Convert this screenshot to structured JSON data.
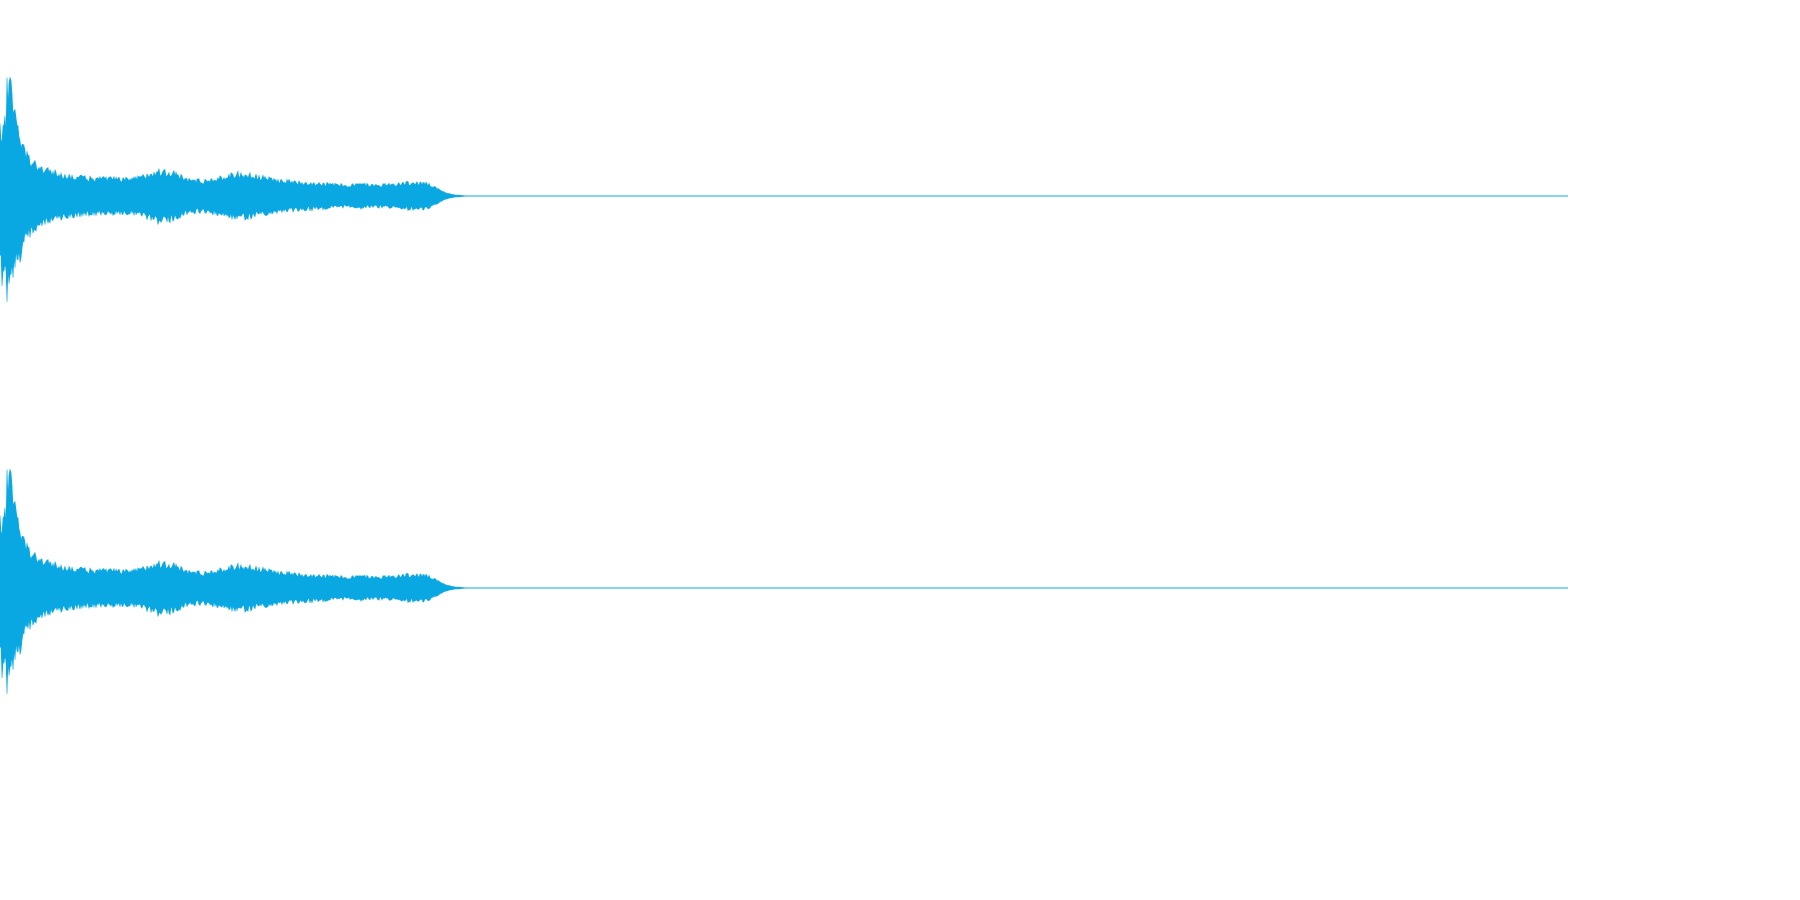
{
  "waveform": {
    "color": "#0aa8e2",
    "channel_count": 2,
    "channels": [
      {
        "channel": "left"
      },
      {
        "channel": "right"
      }
    ],
    "sound_fraction_of_width": 0.29,
    "peak_amplitude": 0.99,
    "envelope": [
      [
        0.0,
        0.55
      ],
      [
        0.004,
        0.95
      ],
      [
        0.006,
        0.99
      ],
      [
        0.008,
        0.8
      ],
      [
        0.012,
        0.55
      ],
      [
        0.016,
        0.38
      ],
      [
        0.02,
        0.3
      ],
      [
        0.03,
        0.22
      ],
      [
        0.04,
        0.18
      ],
      [
        0.05,
        0.16
      ],
      [
        0.06,
        0.15
      ],
      [
        0.07,
        0.15
      ],
      [
        0.08,
        0.14
      ],
      [
        0.09,
        0.16
      ],
      [
        0.1,
        0.22
      ],
      [
        0.11,
        0.2
      ],
      [
        0.12,
        0.14
      ],
      [
        0.13,
        0.13
      ],
      [
        0.14,
        0.15
      ],
      [
        0.15,
        0.19
      ],
      [
        0.16,
        0.18
      ],
      [
        0.17,
        0.15
      ],
      [
        0.18,
        0.13
      ],
      [
        0.19,
        0.12
      ],
      [
        0.2,
        0.11
      ],
      [
        0.21,
        0.1
      ],
      [
        0.22,
        0.09
      ],
      [
        0.23,
        0.1
      ],
      [
        0.24,
        0.09
      ],
      [
        0.25,
        0.1
      ],
      [
        0.26,
        0.11
      ],
      [
        0.27,
        0.11
      ],
      [
        0.275,
        0.09
      ],
      [
        0.28,
        0.05
      ],
      [
        0.285,
        0.02
      ],
      [
        0.29,
        0.005
      ],
      [
        0.295,
        0.0
      ]
    ]
  }
}
